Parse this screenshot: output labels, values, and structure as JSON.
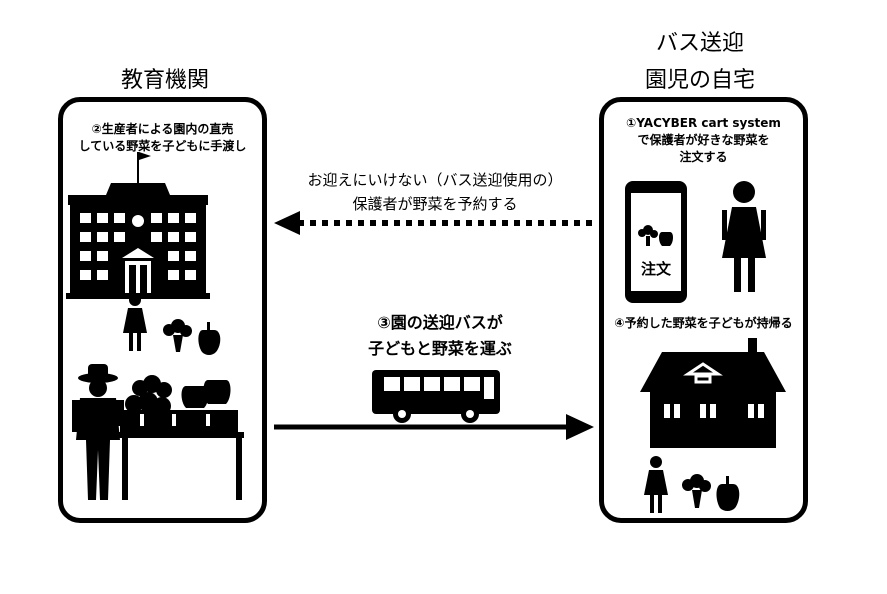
{
  "left": {
    "title": "教育機関",
    "caption_line1": "②生産者による園内の直売",
    "caption_line2": "している野菜を子どもに手渡し"
  },
  "right": {
    "title_line1": "バス送迎",
    "title_line2": "園児の自宅",
    "caption_line1": "①YACYBER cart system",
    "caption_line2": "で保護者が好きな野菜を",
    "caption_line3": "注文する",
    "phone_label": "注文",
    "caption_bottom": "④予約した野菜を子どもが持帰る"
  },
  "arrow_top": {
    "line1": "お迎えにいけない（バス送迎使用の）",
    "line2": "保護者が野菜を予約する"
  },
  "arrow_bottom": {
    "line1": "③園の送迎バスが",
    "line2": "子どもと野菜を運ぶ"
  }
}
